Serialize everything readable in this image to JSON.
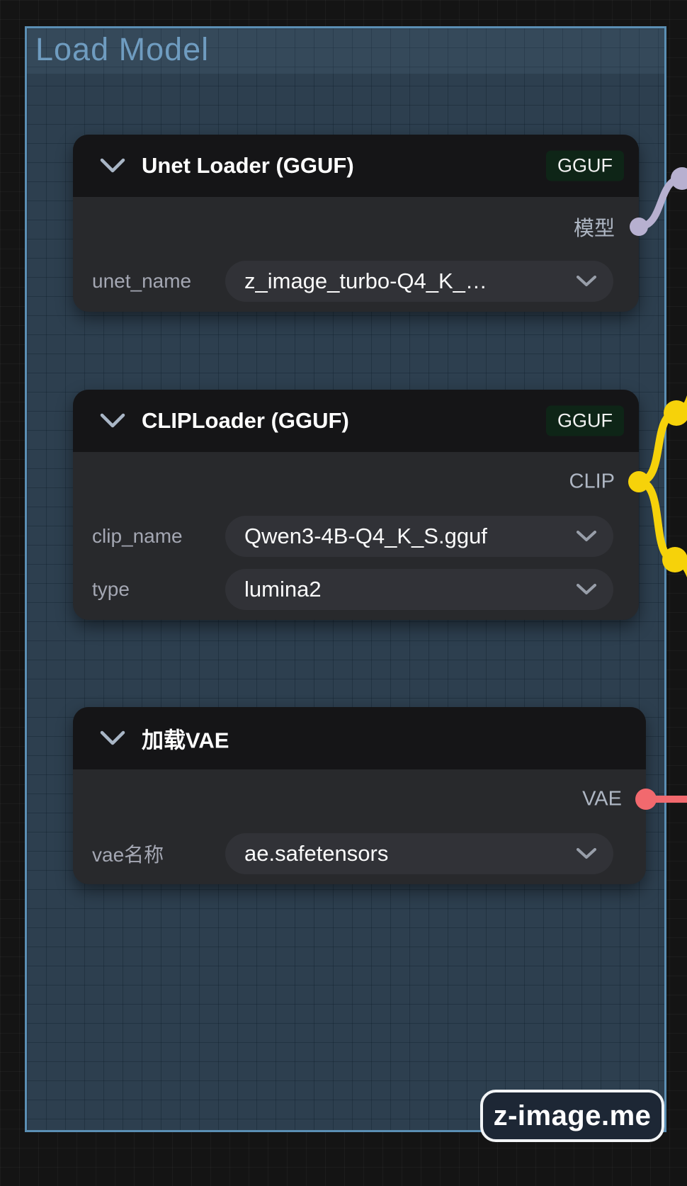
{
  "group": {
    "title": "Load Model"
  },
  "nodes": [
    {
      "title": "Unet Loader (GGUF)",
      "badge": "GGUF",
      "outputs": [
        {
          "label": "模型",
          "color": "#b7b0d0"
        }
      ],
      "widgets": [
        {
          "label": "unet_name",
          "value": "z_image_turbo-Q4_K_…"
        }
      ]
    },
    {
      "title": "CLIPLoader (GGUF)",
      "badge": "GGUF",
      "outputs": [
        {
          "label": "CLIP",
          "color": "#f6d20a"
        }
      ],
      "widgets": [
        {
          "label": "clip_name",
          "value": "Qwen3-4B-Q4_K_S.gguf"
        },
        {
          "label": "type",
          "value": "lumina2"
        }
      ]
    },
    {
      "title": "加载VAE",
      "outputs": [
        {
          "label": "VAE",
          "color": "#f2696e"
        }
      ],
      "widgets": [
        {
          "label": "vae名称",
          "value": "ae.safetensors"
        }
      ]
    }
  ],
  "watermark": {
    "label": "z-image.me"
  },
  "colors": {
    "model_wire": "#b7b0d0",
    "clip_wire": "#f6d20a",
    "vae_wire": "#f2696e",
    "badge_bg": "#0e2517",
    "group_border": "#5b8fb4",
    "group_fill": "#2d3f4f",
    "group_title": "#6f9cc0",
    "node_header": "#151517",
    "node_body": "#28292c",
    "widget_bg": "#313237",
    "canvas_bg": "#141414"
  }
}
